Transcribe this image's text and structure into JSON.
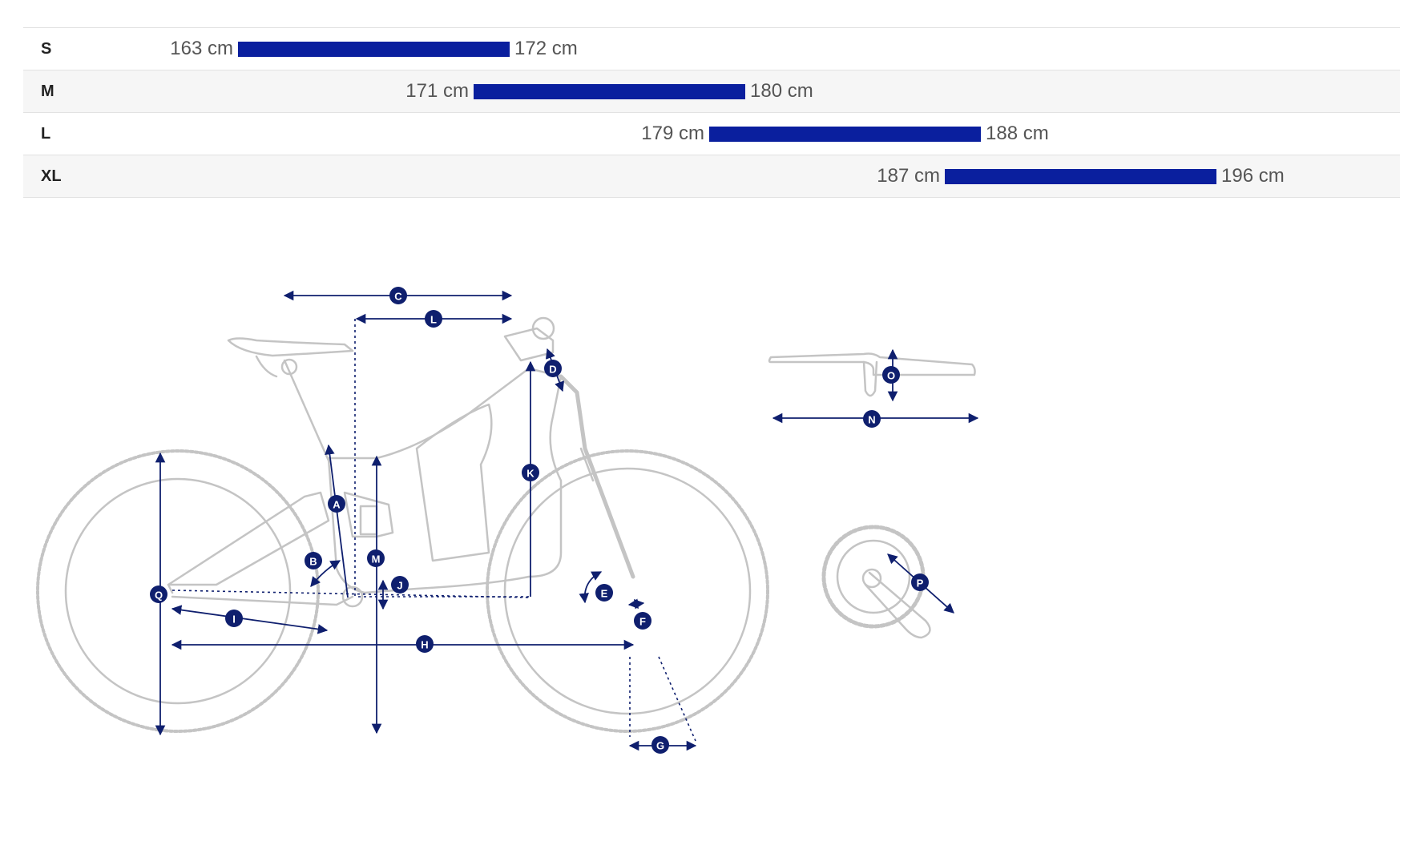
{
  "size_chart": {
    "rows": [
      {
        "size": "S",
        "min": "163 cm",
        "max": "172 cm"
      },
      {
        "size": "M",
        "min": "171 cm",
        "max": "180 cm"
      },
      {
        "size": "L",
        "min": "179 cm",
        "max": "188 cm"
      },
      {
        "size": "XL",
        "min": "187 cm",
        "max": "196 cm"
      }
    ],
    "bar_color": "#0a1f9e"
  },
  "geometry_labels": {
    "A": "A",
    "B": "B",
    "C": "C",
    "D": "D",
    "E": "E",
    "F": "F",
    "G": "G",
    "H": "H",
    "I": "I",
    "J": "J",
    "K": "K",
    "L": "L",
    "M": "M",
    "N": "N",
    "O": "O",
    "P": "P",
    "Q": "Q"
  },
  "label_color": "#0f1f6e"
}
